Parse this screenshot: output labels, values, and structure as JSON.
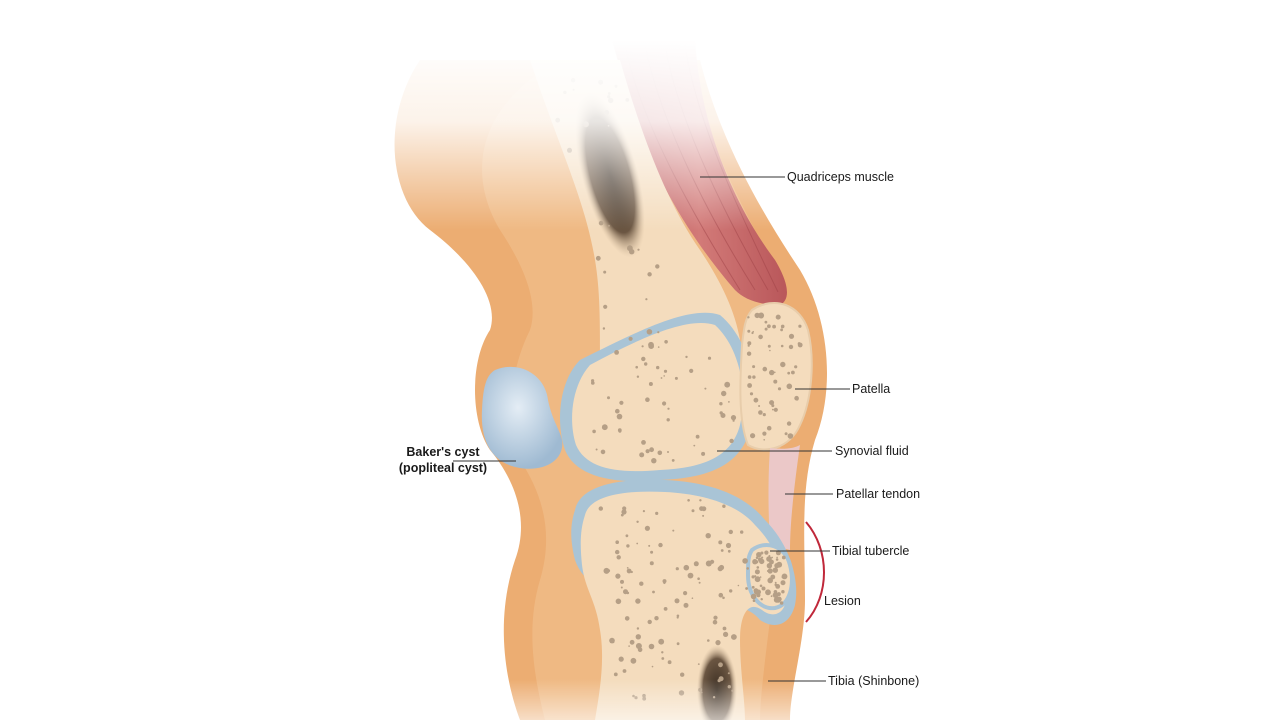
{
  "labels": {
    "quadriceps": "Quadriceps muscle",
    "patella": "Patella",
    "synovial_fluid": "Synovial fluid",
    "patellar_tendon": "Patellar tendon",
    "tibial_tubercle": "Tibial tubercle",
    "lesion": "Lesion",
    "tibia": "Tibia (Shinbone)",
    "bakers_cyst_line1": "Baker's cyst",
    "bakers_cyst_line2": "(popliteal cyst)"
  },
  "colors": {
    "skin": "#ecad72",
    "skin_light": "#f3c391",
    "bone": "#f4dcbd",
    "bone_dot": "#b59f86",
    "marrow": "#4a3a2c",
    "cartilage": "#a9c4d6",
    "cyst": "#bcd0e2",
    "muscle": "#c8686a",
    "tendon": "#ebc8c8",
    "lesion_arc": "#c0283a",
    "leader": "#333333"
  }
}
